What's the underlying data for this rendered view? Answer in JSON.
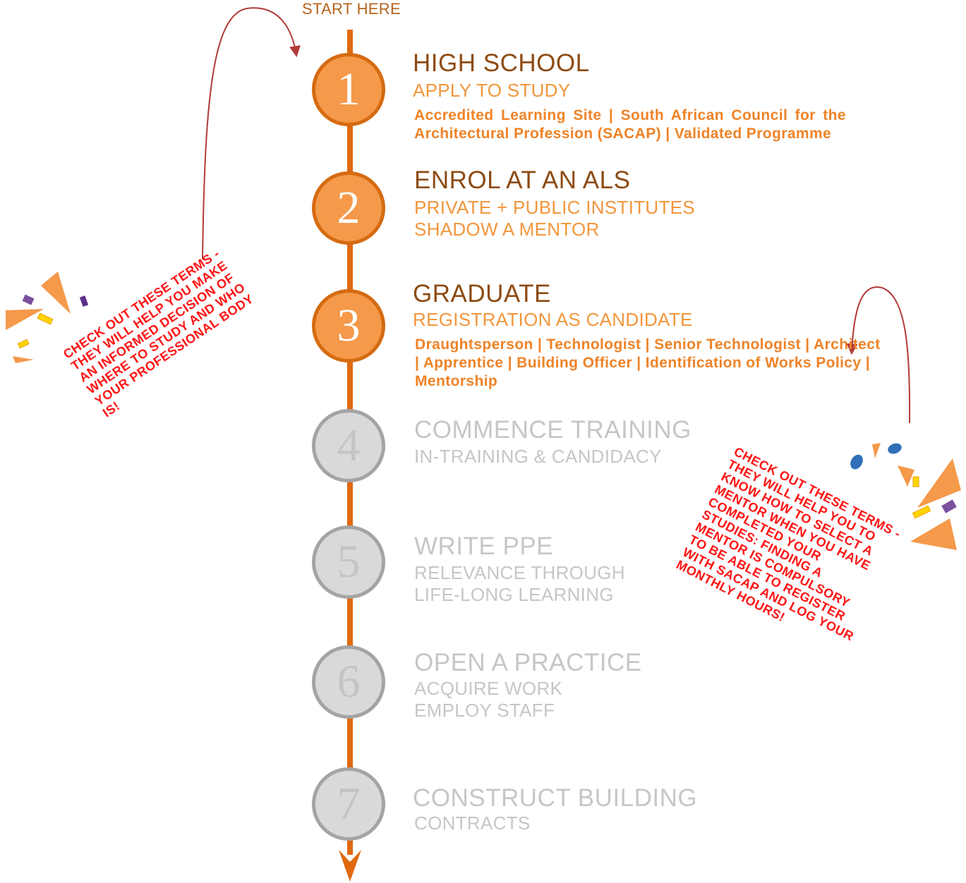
{
  "start_label": "START HERE",
  "colors": {
    "spine": "#e0690f",
    "active_fill": "#f5994a",
    "active_border": "#d56b11",
    "inactive_fill": "#d9d9d9",
    "inactive_border": "#a4a4a4",
    "title_active": "#8d4b12",
    "subtitle_active": "#f2963c",
    "text_inactive": "#c6c6c6",
    "note_text": "#ff1414",
    "arrow": "#b23a3a"
  },
  "steps": [
    {
      "number": "1",
      "title": "HIGH SCHOOL",
      "subtitles": [
        "APPLY TO STUDY"
      ],
      "detail": "Accredited Learning Site | South African Council for the Architectural Profession (SACAP) | Validated Programme",
      "active": true
    },
    {
      "number": "2",
      "title": "ENROL AT AN ALS",
      "subtitles": [
        "PRIVATE + PUBLIC INSTITUTES",
        "SHADOW A MENTOR"
      ],
      "active": true
    },
    {
      "number": "3",
      "title": "GRADUATE",
      "subtitles": [
        "REGISTRATION AS CANDIDATE"
      ],
      "detail": "Draughtsperson | Technologist | Senior Technologist | Architect |  Apprentice | Building Officer | Identification of Works Policy | Mentorship",
      "active": true
    },
    {
      "number": "4",
      "title": "COMMENCE TRAINING",
      "subtitles": [
        "IN-TRAINING & CANDIDACY"
      ],
      "active": false
    },
    {
      "number": "5",
      "title": "WRITE PPE",
      "subtitles": [
        "RELEVANCE THROUGH",
        "LIFE-LONG LEARNING"
      ],
      "active": false
    },
    {
      "number": "6",
      "title": "OPEN A PRACTICE",
      "subtitles": [
        "ACQUIRE WORK",
        "EMPLOY STAFF"
      ],
      "active": false
    },
    {
      "number": "7",
      "title": "CONSTRUCT BUILDING",
      "subtitles": [
        "CONTRACTS"
      ],
      "active": false
    }
  ],
  "notes": {
    "left": {
      "text": "CHECK OUT THESE TERMS - THEY WILL HELP YOU MAKE AN INFORMED DECISION OF WHERE TO STUDY AND WHO YOUR PROFESSIONAL BODY IS!"
    },
    "right": {
      "text": "CHECK OUT THESE TERMS - THEY WILL HELP YOU TO KNOW HOW TO SELECT A MENTOR WHEN YOU HAVE COMPLETED YOUR STUDIES: FINDING A MENTOR IS COMPULSORY TO BE ABLE TO REGISTER WITH SACAP AND LOG YOUR MONTHLY HOURS!"
    }
  }
}
